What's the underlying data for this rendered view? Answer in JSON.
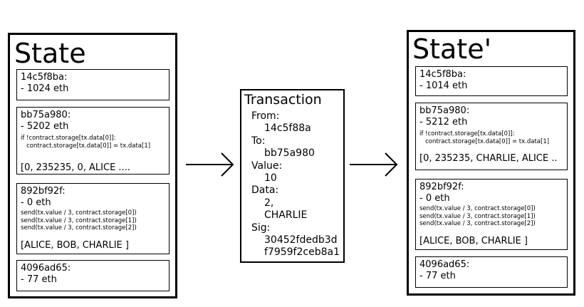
{
  "state_left": {
    "title": "State",
    "accounts": [
      {
        "address": "14c5f8ba:",
        "balance": "- 1024 eth"
      },
      {
        "address": "bb75a980:",
        "balance": "- 5202 eth",
        "code": [
          "if !contract.storage[tx.data[0]]:",
          "   contract.storage[tx.data[0]] = tx.data[1]"
        ],
        "storage": "[0, 235235, 0, ALICE ...."
      },
      {
        "address": "892bf92f:",
        "balance": "- 0 eth",
        "code": [
          "send(tx.value / 3, contract.storage[0])",
          "send(tx.value / 3, contract.storage[1])",
          "send(tx.value / 3, contract.storage[2])"
        ],
        "storage": "[ALICE, BOB, CHARLIE ]"
      },
      {
        "address": "4096ad65:",
        "balance": "- 77 eth"
      }
    ]
  },
  "transaction": {
    "title": "Transaction",
    "lines": [
      {
        "kind": "label",
        "text": "From:"
      },
      {
        "kind": "value",
        "text": "14c5f88a"
      },
      {
        "kind": "label",
        "text": "To:"
      },
      {
        "kind": "value",
        "text": "bb75a980"
      },
      {
        "kind": "label",
        "text": "Value:"
      },
      {
        "kind": "value",
        "text": "10"
      },
      {
        "kind": "label",
        "text": "Data:"
      },
      {
        "kind": "value",
        "text": "2,"
      },
      {
        "kind": "value",
        "text": "CHARLIE"
      },
      {
        "kind": "label",
        "text": "Sig:"
      },
      {
        "kind": "value",
        "text": "30452fdedb3d"
      },
      {
        "kind": "value",
        "text": "f7959f2ceb8a1"
      }
    ]
  },
  "state_right": {
    "title": "State'",
    "accounts": [
      {
        "address": "14c5f8ba:",
        "balance": "- 1014 eth"
      },
      {
        "address": "bb75a980:",
        "balance": "- 5212 eth",
        "code": [
          "if !contract.storage[tx.data[0]]:",
          "   contract.storage[tx.data[0]] = tx.data[1]"
        ],
        "storage": "[0, 235235, CHARLIE, ALICE .."
      },
      {
        "address": "892bf92f:",
        "balance": "- 0 eth",
        "code": [
          "send(tx.value / 3, contract.storage[0])",
          "send(tx.value / 3, contract.storage[1])",
          "send(tx.value / 3, contract.storage[2])"
        ],
        "storage": "[ALICE, BOB, CHARLIE ]"
      },
      {
        "address": "4096ad65:",
        "balance": "- 77 eth"
      }
    ]
  }
}
